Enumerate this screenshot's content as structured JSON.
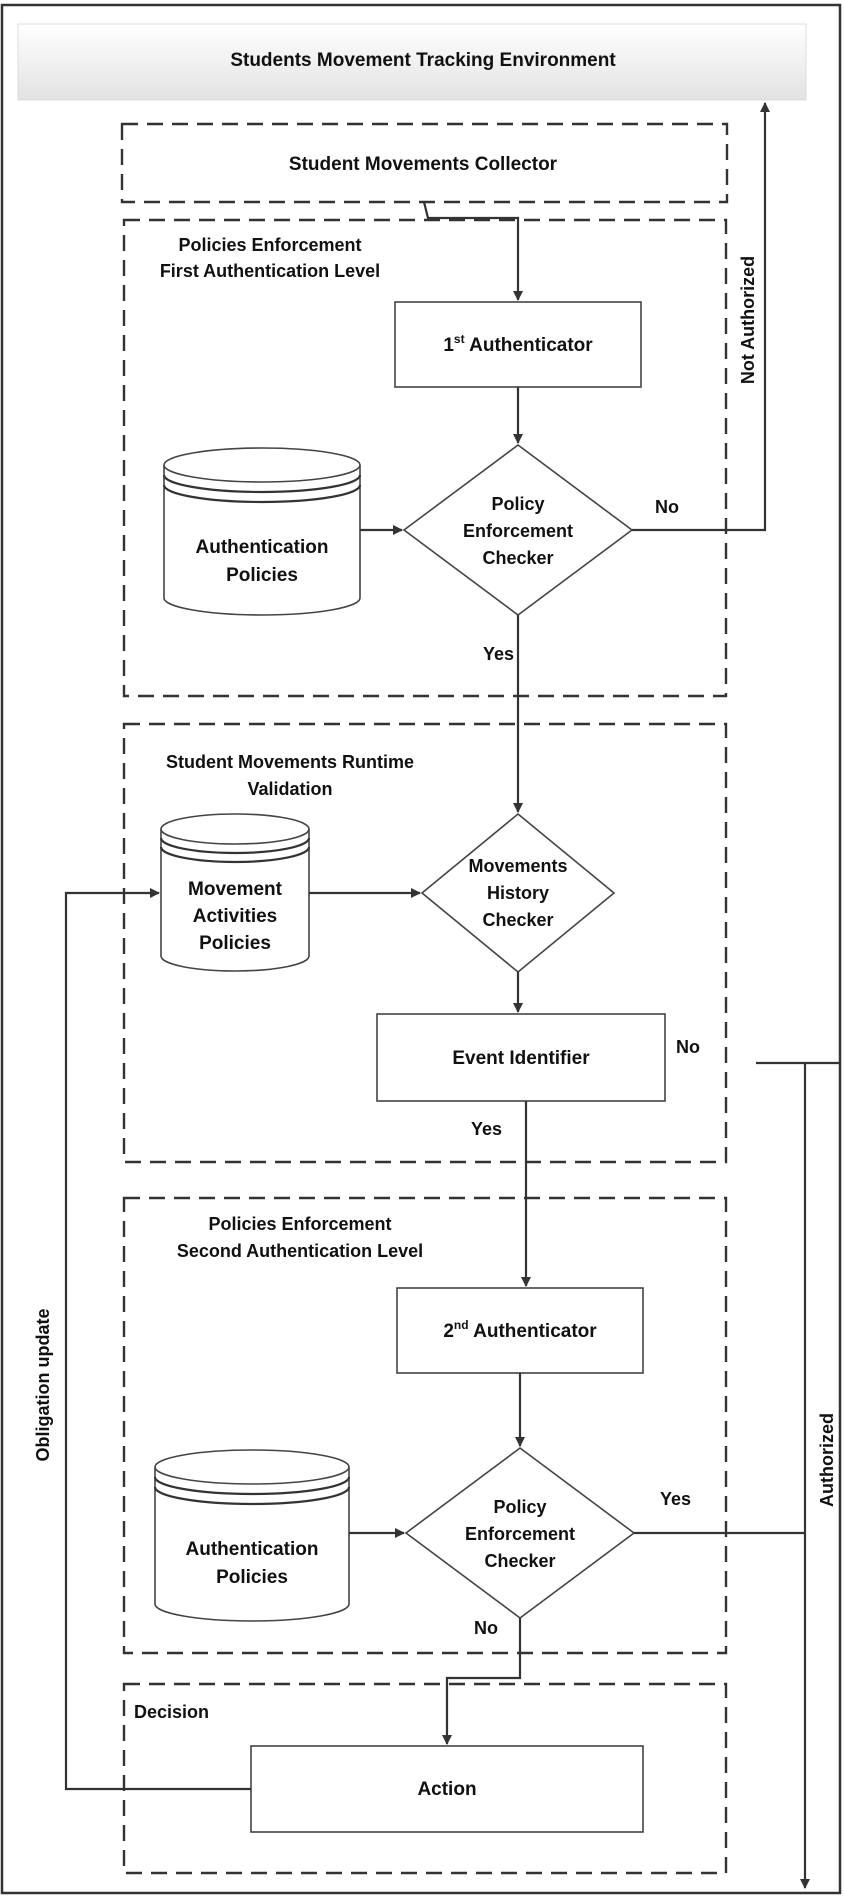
{
  "environment_title": "Students Movement Tracking Environment",
  "sections": {
    "collector": "Student Movements Collector",
    "first_auth_title_1": "Policies Enforcement",
    "first_auth_title_2": "First Authentication Level",
    "runtime_title_1": "Student Movements Runtime",
    "runtime_title_2": "Validation",
    "second_auth_title_1": "Policies Enforcement",
    "second_auth_title_2": "Second Authentication Level",
    "decision_title": "Decision"
  },
  "nodes": {
    "auth1_prefix": "1",
    "auth1_sup": "st",
    "auth1_rest": " Authenticator",
    "auth_policies_1_line1": "Authentication",
    "auth_policies_1_line2": "Policies",
    "checker1_line1": "Policy",
    "checker1_line2": "Enforcement",
    "checker1_line3": "Checker",
    "movement_policies_line1": "Movement",
    "movement_policies_line2": "Activities",
    "movement_policies_line3": "Policies",
    "history_line1": "Movements",
    "history_line2": "History",
    "history_line3": "Checker",
    "event_identifier": "Event Identifier",
    "auth2_prefix": "2",
    "auth2_sup": "nd",
    "auth2_rest": " Authenticator",
    "auth_policies_2_line1": "Authentication",
    "auth_policies_2_line2": "Policies",
    "checker2_line1": "Policy",
    "checker2_line2": "Enforcement",
    "checker2_line3": "Checker",
    "action": "Action"
  },
  "edge_labels": {
    "no_1": "No",
    "not_authorized": "Not Authorized",
    "yes_1": "Yes",
    "no_event": "No",
    "yes_event": "Yes",
    "yes_2": "Yes",
    "no_2": "No",
    "authorized": "Authorized",
    "obligation_update": "Obligation update"
  }
}
